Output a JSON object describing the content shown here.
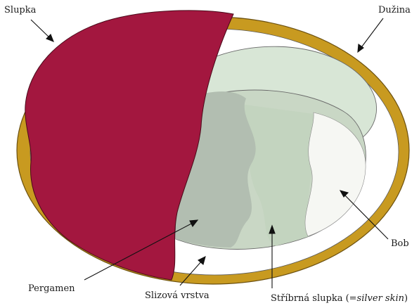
{
  "labels": {
    "slupka": "Slupka",
    "duzina": "Dužina",
    "bob": "Bob",
    "pergamen": "Pergamen",
    "slizova_vrstva": "Slizová vrstva",
    "stribrna_prefix": "Stříbrná slupka (=",
    "stribrna_italic": "silver skin",
    "stribrna_suffix": ")"
  },
  "colors": {
    "slupka": "#a3173f",
    "duzina": "#c89a20",
    "pergamen": "#ffffff",
    "bean_top": "#d8e6d6",
    "bean_front": "#c9d7c5",
    "slizova_vrstva": "#b2beb1",
    "stribrna_slupka": "#c3d4bf",
    "bob": "#f6f7f3",
    "outline": "#3a3a3a"
  }
}
